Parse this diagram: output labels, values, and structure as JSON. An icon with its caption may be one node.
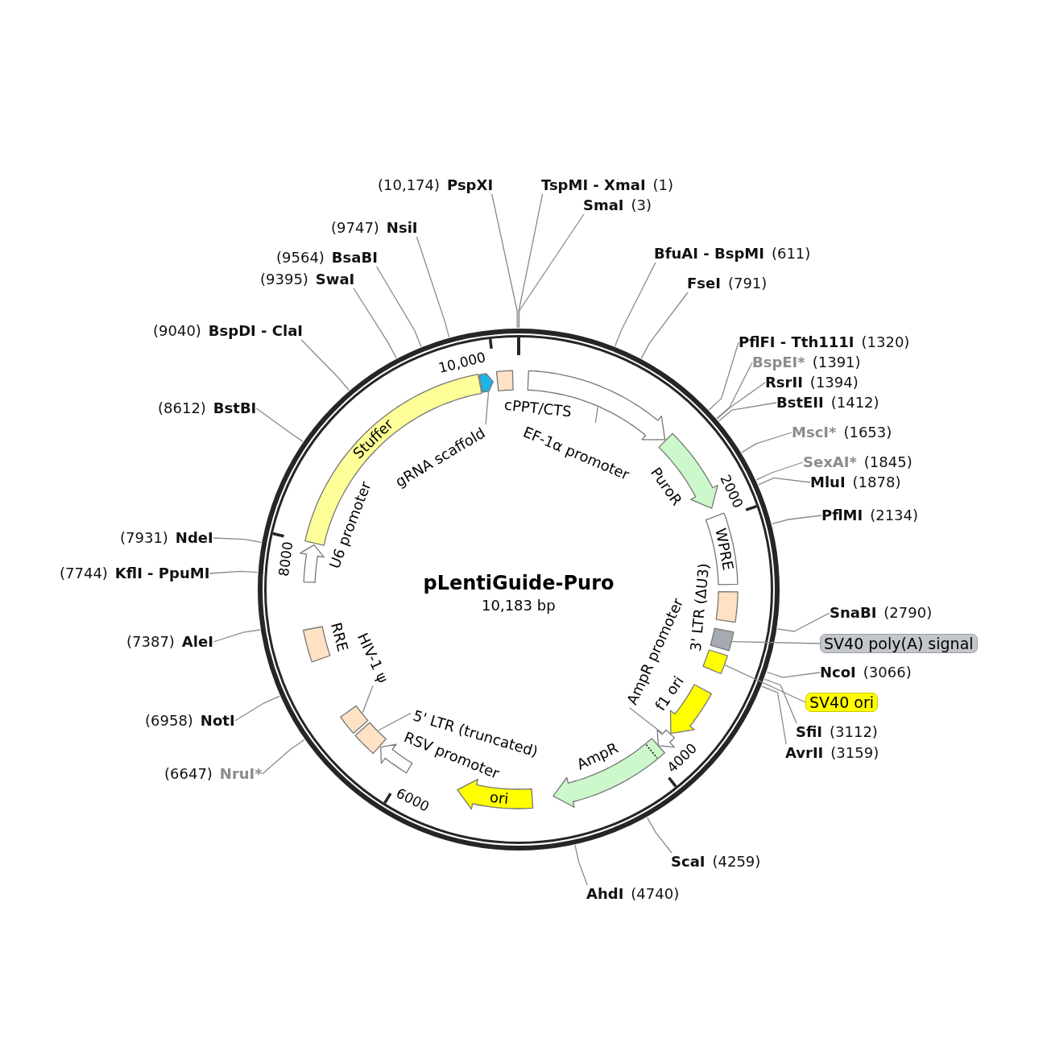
{
  "diagram": {
    "title": "pLentiGuide-Puro",
    "nodes": [
      {
        "text": [
          "TspMI - XmaI",
          "(1)"
        ]
      },
      {
        "text": [
          "SmaI",
          "(3)"
        ]
      },
      {
        "text": [
          "BfuAI - BspMI",
          "(611)"
        ]
      },
      {
        "text": [
          "FseI",
          "(791)"
        ]
      },
      {
        "text": [
          "PflFI - Tth111I",
          "(1320)"
        ]
      },
      {
        "text": [
          "BspEI*",
          "(1391)"
        ]
      },
      {
        "text": [
          "RsrII",
          "(1394)"
        ]
      },
      {
        "text": [
          "BstEII",
          "(1412)"
        ]
      },
      {
        "text": [
          "MscI*",
          "(1653)"
        ]
      },
      {
        "text": [
          "SexAI*",
          "(1845)"
        ]
      },
      {
        "text": [
          "MluI",
          "(1878)"
        ]
      },
      {
        "text": [
          "PflMI",
          "(2134)"
        ]
      },
      {
        "text": [
          "SnaBI",
          "(2790)"
        ]
      },
      {
        "text": [
          "SV40 poly(A) signal"
        ]
      },
      {
        "text": [
          "NcoI",
          "(3066)"
        ]
      },
      {
        "text": [
          "SV40 ori"
        ]
      },
      {
        "text": [
          "SfiI",
          "(3112)"
        ]
      },
      {
        "text": [
          "AvrII",
          "(3159)"
        ]
      },
      {
        "text": [
          "ScaI",
          "(4259)"
        ]
      },
      {
        "text": [
          "AhdI",
          "(4740)"
        ]
      },
      {
        "text": [
          "(6647)",
          "NruI*"
        ]
      },
      {
        "text": [
          "(6958)",
          "NotI"
        ]
      },
      {
        "text": [
          "(7387)",
          "AleI"
        ]
      },
      {
        "text": [
          "(7744)",
          "KflI - PpuMI"
        ]
      },
      {
        "text": [
          "(7931)",
          "NdeI"
        ]
      },
      {
        "text": [
          "(8612)",
          "BstBI"
        ]
      },
      {
        "text": [
          "(9040)",
          "BspDI - ClaI"
        ]
      },
      {
        "text": [
          "(9395)",
          "SwaI"
        ]
      },
      {
        "text": [
          "(9564)",
          "BsaBI"
        ]
      },
      {
        "text": [
          "(9747)",
          "NsiI"
        ]
      },
      {
        "text": [
          "(10,174)",
          "PspXI"
        ]
      },
      {
        "text": [
          "Stuffer"
        ]
      },
      {
        "text": [],
        "shape": "arrow"
      },
      {
        "text": [
          "gRNA scaffold"
        ]
      },
      {
        "text": [],
        "shape": "box"
      },
      {
        "text": [],
        "shape": "arrow"
      },
      {
        "text": [
          "EF-1α promoter"
        ]
      },
      {
        "text": [],
        "shape": "arrow",
        "beside": [
          "PuroR"
        ]
      },
      {
        "text": [
          "WPRE"
        ]
      },
      {
        "text": [],
        "shape": "box",
        "beside": [
          "3' LTR (ΔU3)"
        ]
      },
      {
        "text": [],
        "shape": "box"
      },
      {
        "text": [],
        "shape": "box"
      },
      {
        "text": [],
        "shape": "arrow",
        "beside": [
          "f1 ori"
        ]
      },
      {
        "text": [],
        "shape": "arrow"
      },
      {
        "text": [
          "AmpR promoter"
        ]
      },
      {
        "text": [],
        "shape": "arrow",
        "beside": [
          "AmpR"
        ]
      },
      {
        "text": [
          "ori"
        ]
      },
      {
        "text": [],
        "shape": "arrow",
        "beside": [
          "RSV promoter"
        ]
      },
      {
        "text": [],
        "shape": "box"
      },
      {
        "text": [
          "5' LTR (truncated)"
        ]
      },
      {
        "text": [],
        "shape": "box"
      },
      {
        "text": [
          "HIV-1 ψ"
        ]
      },
      {
        "text": [],
        "shape": "box",
        "beside": [
          "RRE"
        ]
      },
      {
        "text": [],
        "shape": "arrow",
        "beside": [
          "U6 promoter"
        ]
      }
    ],
    "edges": [
      {
        "from": 0,
        "to": null,
        "arrow": "none"
      },
      {
        "from": 1,
        "to": null,
        "arrow": "none"
      },
      {
        "from": 2,
        "to": null,
        "arrow": "none"
      },
      {
        "from": 3,
        "to": null,
        "arrow": "none"
      },
      {
        "from": 4,
        "to": null,
        "arrow": "none"
      },
      {
        "from": 5,
        "to": null,
        "arrow": "none"
      },
      {
        "from": 6,
        "to": null,
        "arrow": "none"
      },
      {
        "from": 7,
        "to": null,
        "arrow": "none"
      },
      {
        "from": 8,
        "to": null,
        "arrow": "none"
      },
      {
        "from": 9,
        "to": null,
        "arrow": "none"
      },
      {
        "from": 10,
        "to": null,
        "arrow": "none"
      },
      {
        "from": 11,
        "to": null,
        "arrow": "none"
      },
      {
        "from": 12,
        "to": null,
        "arrow": "none"
      },
      {
        "from": 13,
        "to": 40,
        "arrow": "none"
      },
      {
        "from": 14,
        "to": null,
        "arrow": "none"
      },
      {
        "from": 15,
        "to": 41,
        "arrow": "none"
      },
      {
        "from": 16,
        "to": null,
        "arrow": "none"
      },
      {
        "from": 17,
        "to": null,
        "arrow": "none"
      },
      {
        "from": 18,
        "to": null,
        "arrow": "none"
      },
      {
        "from": 19,
        "to": null,
        "arrow": "none"
      },
      {
        "from": 20,
        "to": null,
        "arrow": "none"
      },
      {
        "from": 21,
        "to": null,
        "arrow": "none"
      },
      {
        "from": 22,
        "to": null,
        "arrow": "none"
      },
      {
        "from": 23,
        "to": null,
        "arrow": "none"
      },
      {
        "from": 24,
        "to": null,
        "arrow": "none"
      },
      {
        "from": 25,
        "to": null,
        "arrow": "none"
      },
      {
        "from": 26,
        "to": null,
        "arrow": "none"
      },
      {
        "from": 27,
        "to": null,
        "arrow": "none"
      },
      {
        "from": 28,
        "to": null,
        "arrow": "none"
      },
      {
        "from": 29,
        "to": null,
        "arrow": "none"
      },
      {
        "from": 30,
        "to": null,
        "arrow": "none"
      },
      {
        "from": 33,
        "to": 32,
        "arrow": "none"
      },
      {
        "from": 36,
        "to": 35,
        "arrow": "none"
      },
      {
        "from": 44,
        "to": 43,
        "arrow": "none"
      },
      {
        "from": 49,
        "to": 48,
        "arrow": "none"
      },
      {
        "from": 51,
        "to": 50,
        "arrow": "none"
      }
    ],
    "labels": [
      "10,000",
      "cPPT/CTS",
      "2000",
      "8000",
      "10,183 bp",
      "4000",
      "6000"
    ]
  }
}
